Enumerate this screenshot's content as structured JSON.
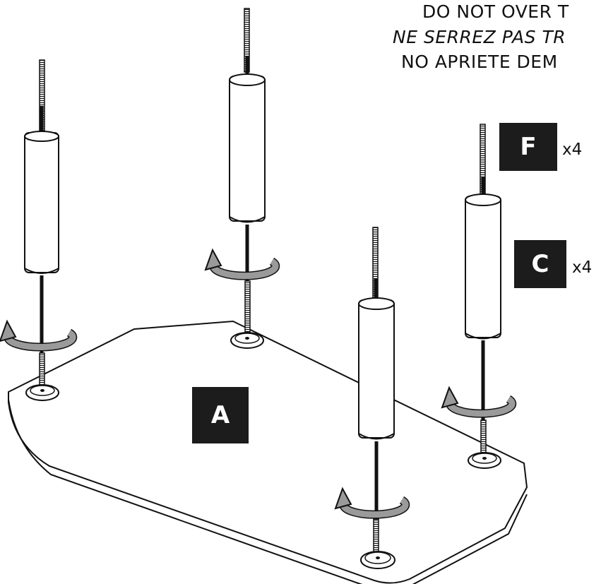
{
  "warnings": {
    "en": "DO NOT OVER T",
    "fr": "NE SERREZ PAS TR",
    "es": "NO APRIETE DEM"
  },
  "parts": {
    "a": {
      "letter": "A"
    },
    "f": {
      "letter": "F",
      "quantity": "x4"
    },
    "c": {
      "letter": "C",
      "quantity": "x4"
    }
  },
  "colors": {
    "line": "#111111",
    "arrow_fill": "#9a9a9a",
    "label_bg": "#1c1c1c"
  },
  "icons": [
    "rotate-arrow-icon"
  ]
}
